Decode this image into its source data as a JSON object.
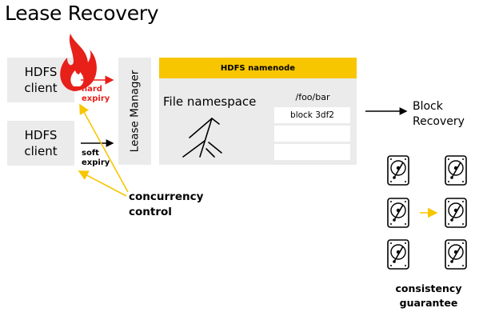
{
  "title": "Lease Recovery",
  "clients": [
    {
      "label": "HDFS client"
    },
    {
      "label": "HDFS client"
    }
  ],
  "expiry": {
    "hard": "hard expiry",
    "soft": "soft expiry"
  },
  "lease_manager": "Lease Manager",
  "namenode": {
    "header": "HDFS namenode",
    "file_namespace": "File namespace",
    "path": "/foo/bar",
    "blocks": [
      "block 3df2",
      "",
      ""
    ]
  },
  "concurrency_control": "concurrency control",
  "block_recovery": "Block Recovery",
  "consistency_guarantee": "consistency guarantee",
  "colors": {
    "hard_expiry": "#e8201a",
    "accent": "#f7c600",
    "box": "#ebebeb"
  },
  "icons": [
    "flame-icon",
    "tree-icon",
    "hard-disk-icon"
  ]
}
